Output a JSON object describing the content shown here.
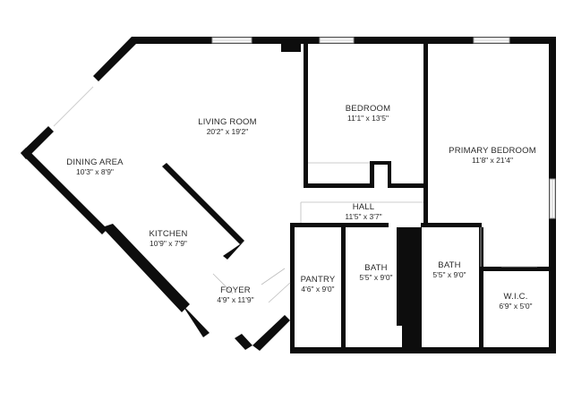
{
  "floor_plan": {
    "rooms": [
      {
        "key": "living_room",
        "name": "LIVING ROOM",
        "dimensions": "20'2\" x 19'2\""
      },
      {
        "key": "dining_area",
        "name": "DINING AREA",
        "dimensions": "10'3\" x 8'9\""
      },
      {
        "key": "kitchen",
        "name": "KITCHEN",
        "dimensions": "10'9\" x 7'9\""
      },
      {
        "key": "bedroom",
        "name": "BEDROOM",
        "dimensions": "11'1\" x 13'5\""
      },
      {
        "key": "primary_bedroom",
        "name": "PRIMARY BEDROOM",
        "dimensions": "11'8\" x 21'4\""
      },
      {
        "key": "hall",
        "name": "HALL",
        "dimensions": "11'5\" x 3'7\""
      },
      {
        "key": "pantry",
        "name": "PANTRY",
        "dimensions": "4'6\" x 9'0\""
      },
      {
        "key": "bath_1",
        "name": "BATH",
        "dimensions": "5'5\" x 9'0\""
      },
      {
        "key": "bath_2",
        "name": "BATH",
        "dimensions": "5'5\" x 9'0\""
      },
      {
        "key": "wic",
        "name": "W.I.C.",
        "dimensions": "6'9\" x 5'0\""
      },
      {
        "key": "foyer",
        "name": "FOYER",
        "dimensions": "4'9\" x 11'9\""
      }
    ],
    "colors": {
      "wall": "#0d0d0d",
      "label_text": "#2a2a2a",
      "background": "#ffffff"
    }
  }
}
